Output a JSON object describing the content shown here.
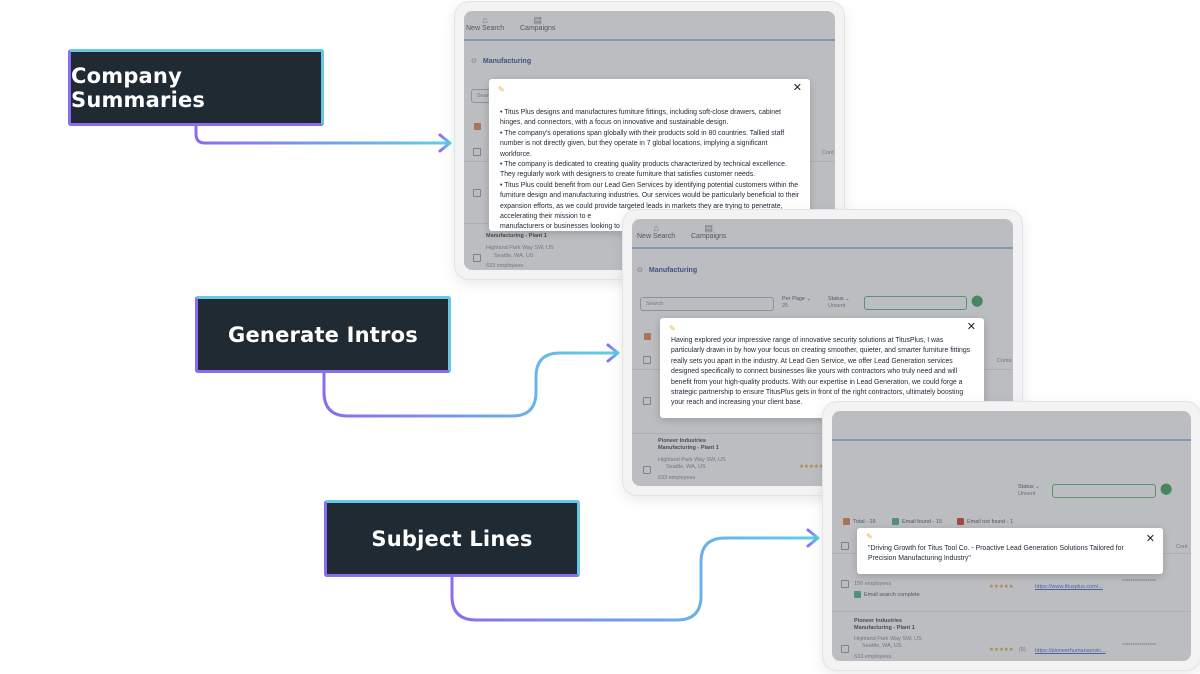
{
  "labels": {
    "company_summaries": "Company Summaries",
    "generate_intros": "Generate Intros",
    "subject_lines": "Subject Lines"
  },
  "colors": {
    "label_bg": "#1f2a33",
    "connector_start": "#8a6cf0",
    "connector_end": "#5fd0e8",
    "accent_blue": "#233a8c",
    "total_swatch": "#e07a3c",
    "email_found_swatch": "#3fb07c",
    "email_not_found_swatch": "#d12b2b"
  },
  "app": {
    "nav": {
      "new_search": "New Search",
      "campaigns": "Campaigns"
    },
    "filter": "Manufacturing",
    "search_placeholder": "Search",
    "search_short": "Searc",
    "per_page_label": "Per Page",
    "per_page_value": "25",
    "status_label": "Status",
    "status_value": "Unsent",
    "column_cont": "Cont",
    "column_conta": "Conta",
    "total": "Total - 16",
    "email_found": "Email found - 15",
    "email_not_found": "Email not found - 1",
    "row_titus": {
      "employees": "156 employees",
      "status": "Email search complete",
      "website": "https://www.titusplus.com/...",
      "rating": "★★★★★",
      "masked": "****************"
    },
    "row_pioneer": {
      "name": "Pioneer Industries",
      "sub": "Manufacturing - Plant 1",
      "address_1": "Highland Park Way SW, US",
      "address_2": "Seattle, WA, US",
      "employees": "633 employees",
      "rating": "★★★★★",
      "rating_count": "(5)",
      "website": "https://pioneerhumanservic...",
      "masked": "****************"
    },
    "card1_row_sub": "Manufacturing - Plant 1",
    "card1_address_1": "Highland Park Way SW, US",
    "card1_address_2": "Seattle, WA, US",
    "card1_employees": "633 employees"
  },
  "popups": {
    "summary": [
      "• Titus Plus designs and manufactures furniture fittings, including soft-close drawers, cabinet hinges, and connectors, with a focus on innovative and sustainable design.",
      "• The company's operations span globally with their products sold in 80 countries. Tallied staff number is not directly given, but they operate in 7 global locations, implying a significant workforce.",
      "• The company is dedicated to creating quality products characterized by technical excellence. They regularly work with designers to create furniture that satisfies customer needs.",
      "• Titus Plus could benefit from our Lead Gen Services by identifying potential customers within the furniture design and manufacturing industries. Our services would be particularly beneficial to their expansion efforts, as we could provide targeted leads in markets they are trying to penetrate, accelerating their mission to e",
      "manufacturers or businesses looking to"
    ],
    "intro": "Having explored your impressive range of innovative security solutions at TitusPlus, I was particularly drawn in by how your focus on creating smoother, quieter, and smarter furniture fittings really sets you apart in the industry. At Lead Gen Service, we offer Lead Generation services designed specifically to connect businesses like yours with contractors who truly need and will benefit from your high-quality products. With our expertise in Lead Generation, we could forge a strategic partnership to ensure TitusPlus gets in front of the right contractors, ultimately boosting your reach and increasing your client base.",
    "subject": "\"Driving Growth for Titus Tool Co. - Proactive Lead Generation Solutions Tailored for Precision Manufacturing Industry\""
  },
  "icons": {
    "home": "home-icon",
    "campaigns": "campaigns-icon",
    "pin": "location-pin-icon",
    "pencil": "pencil-icon",
    "close": "close-icon",
    "location": "location-marker-icon"
  }
}
